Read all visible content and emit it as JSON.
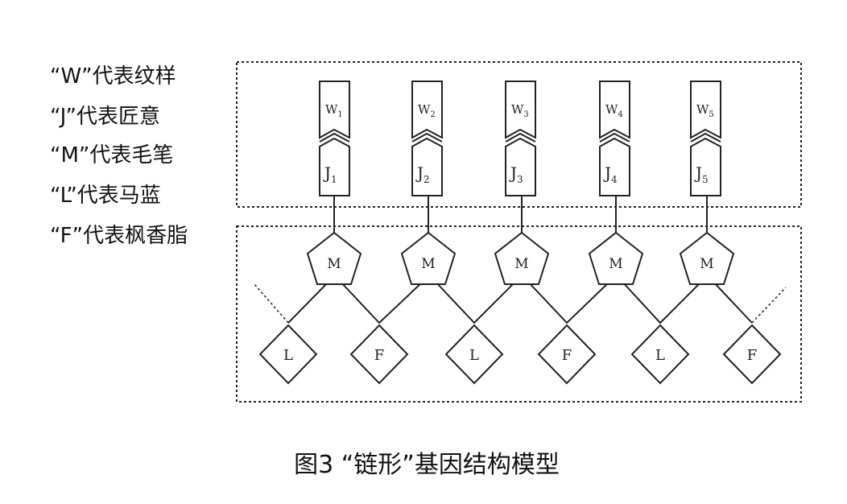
{
  "legend": [
    {
      "letter": "W",
      "text": "“W”代表纹样"
    },
    {
      "letter": "J",
      "text": "“J”代表匠意"
    },
    {
      "letter": "M",
      "text": "“M”代表毛笔"
    },
    {
      "letter": "L",
      "text": "“L”代表马蓝"
    },
    {
      "letter": "F",
      "text": "“F”代表枫香脂"
    }
  ],
  "units": [
    {
      "w_letter": "W",
      "w_sub": "1",
      "j_letter": "J",
      "j_sub": "1",
      "m_label": "M"
    },
    {
      "w_letter": "W",
      "w_sub": "2",
      "j_letter": "J",
      "j_sub": "2",
      "m_label": "M"
    },
    {
      "w_letter": "W",
      "w_sub": "3",
      "j_letter": "J",
      "j_sub": "3",
      "m_label": "M"
    },
    {
      "w_letter": "W",
      "w_sub": "4",
      "j_letter": "J",
      "j_sub": "4",
      "m_label": "M"
    },
    {
      "w_letter": "W",
      "w_sub": "5",
      "j_letter": "J",
      "j_sub": "5",
      "m_label": "M"
    }
  ],
  "bases": [
    "L",
    "F",
    "L",
    "F",
    "L",
    "F"
  ],
  "caption": "图3 “链形”基因结构模型"
}
